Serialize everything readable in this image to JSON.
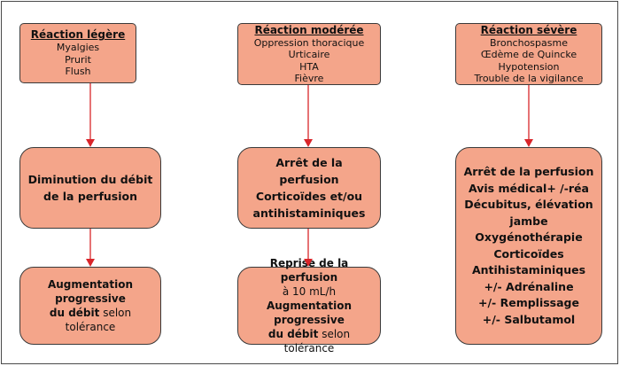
{
  "columns": [
    {
      "head": {
        "title": "Réaction légère",
        "items": [
          "Myalgies",
          "Prurit",
          "Flush"
        ]
      },
      "mid": {
        "lines": [
          "Diminution du débit",
          "de la perfusion"
        ]
      },
      "bottom": {
        "lines": [
          {
            "bold": "Augmentation progressive",
            "normal": ""
          },
          {
            "bold": "du débit",
            "normal": " selon tolérance"
          }
        ]
      }
    },
    {
      "head": {
        "title": "Réaction modérée",
        "items": [
          "Oppression thoracique",
          "Urticaire",
          "HTA",
          "Fièvre"
        ]
      },
      "mid": {
        "lines": [
          "Arrêt de la perfusion",
          "Corticoïdes et/ou",
          "antihistaminiques"
        ]
      },
      "bottom": {
        "lines": [
          {
            "bold": "Reprise de la perfusion",
            "normal": ""
          },
          {
            "bold": "",
            "normal": "à 10 mL/h"
          },
          {
            "bold": "Augmentation progressive",
            "normal": ""
          },
          {
            "bold": "du débit",
            "normal": " selon tolérance"
          }
        ]
      }
    },
    {
      "head": {
        "title": "Réaction sévère",
        "items": [
          "Bronchospasme",
          "Œdème de Quincke",
          "Hypotension",
          "Trouble de la vigilance"
        ]
      },
      "mid": {
        "lines": [
          "Arrêt de la perfusion",
          "Avis médical+ /-réa",
          "Décubitus, élévation",
          "jambe",
          "Oxygénothérapie",
          "Corticoïdes",
          "Antihistaminiques",
          "+/- Adrénaline",
          "+/- Remplissage",
          "+/- Salbutamol"
        ]
      }
    }
  ],
  "colors": {
    "box_fill": "#f4a58a",
    "arrow": "#d9252a",
    "border": "#3a3a3a"
  }
}
